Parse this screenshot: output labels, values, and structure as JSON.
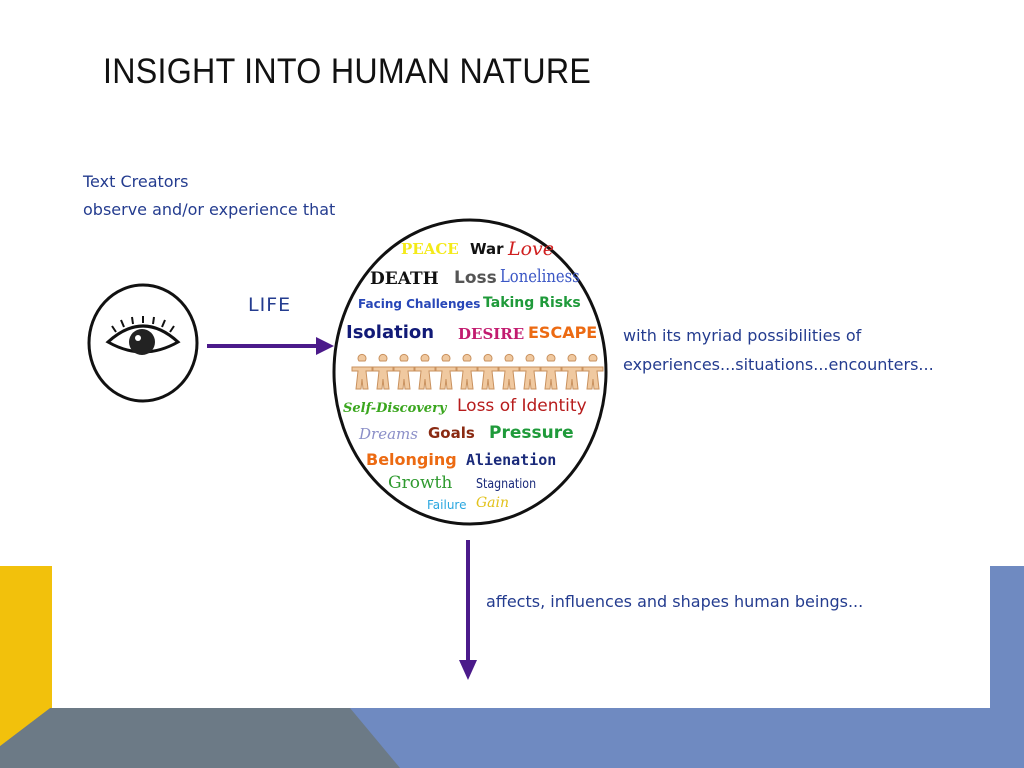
{
  "slide": {
    "title": "INSIGHT INTO HUMAN NATURE",
    "theme_colors": {
      "yellow": "#f2c10c",
      "blue": "#6f8ac1",
      "gray": "#6c7a86",
      "arrow": "#4b1a8a",
      "text_blue": "#243c8f"
    }
  },
  "diagram": {
    "intro_line_1": "Text Creators",
    "intro_line_2": "observe and/or experience that",
    "life_label": "LIFE",
    "myriad_line_1": "with its myriad possibilities of",
    "myriad_line_2": "experiences...situations...encounters...",
    "affects_text": "affects, influences and shapes human beings...",
    "eye_icon": "eye-icon",
    "paper_people_icon": "paper-chain-people-icon"
  },
  "word_cloud": {
    "peace": "PEACE",
    "war": "War",
    "love": "Love",
    "death": "DEATH",
    "loss": "Loss",
    "loneliness": "Loneliness",
    "facing_challenges": "Facing Challenges",
    "taking_risks": "Taking Risks",
    "isolation": "Isolation",
    "desire": "DESIRE",
    "escape": "ESCAPE",
    "self_discovery": "Self-Discovery",
    "loss_of_identity": "Loss of Identity",
    "dreams": "Dreams",
    "goals": "Goals",
    "pressure": "Pressure",
    "belonging": "Belonging",
    "alienation": "Alienation",
    "growth": "Growth",
    "stagnation": "Stagnation",
    "failure": "Failure",
    "gain": "Gain"
  }
}
